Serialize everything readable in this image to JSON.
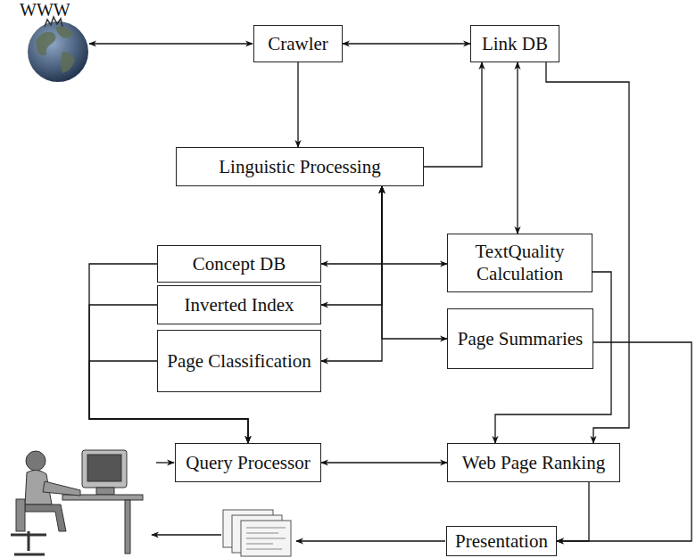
{
  "diagram": {
    "nodes": [
      {
        "text": [
          "Crawler"
        ]
      },
      {
        "text": [
          "Link DB"
        ]
      },
      {
        "text": [
          "Linguistic Processing"
        ]
      },
      {
        "text": [
          "Concept DB"
        ]
      },
      {
        "text": [
          "TextQuality Calculation"
        ]
      },
      {
        "text": [
          "Inverted Index"
        ]
      },
      {
        "text": [
          "Page Summaries"
        ]
      },
      {
        "text": [
          "Page Classification"
        ]
      },
      {
        "text": [
          "Query Processor"
        ]
      },
      {
        "text": [
          "Web Page Ranking"
        ]
      },
      {
        "text": [
          "Presentation"
        ]
      }
    ],
    "edges": [
      {
        "from": 0,
        "to": 1,
        "arrow": "both"
      },
      {
        "from": 0,
        "to": 2,
        "arrow": "to"
      },
      {
        "from": 2,
        "to": 1,
        "arrow": "to"
      },
      {
        "from": 1,
        "to": 4,
        "arrow": "both"
      },
      {
        "from": 1,
        "to": 9,
        "arrow": "to"
      },
      {
        "from": 2,
        "to": 3,
        "arrow": "both"
      },
      {
        "from": 2,
        "to": 5,
        "arrow": "both"
      },
      {
        "from": 2,
        "to": 7,
        "arrow": "both"
      },
      {
        "from": 2,
        "to": 4,
        "arrow": "both"
      },
      {
        "from": 2,
        "to": 6,
        "arrow": "both"
      },
      {
        "from": 3,
        "to": 8,
        "arrow": "to"
      },
      {
        "from": 5,
        "to": 8,
        "arrow": "to"
      },
      {
        "from": 7,
        "to": 8,
        "arrow": "to"
      },
      {
        "from": 4,
        "to": 9,
        "arrow": "to"
      },
      {
        "from": 8,
        "to": 9,
        "arrow": "both"
      },
      {
        "from": 6,
        "to": 10,
        "arrow": "to"
      },
      {
        "from": 9,
        "to": 10,
        "arrow": "to"
      }
    ],
    "labels": [
      "WWW"
    ]
  }
}
